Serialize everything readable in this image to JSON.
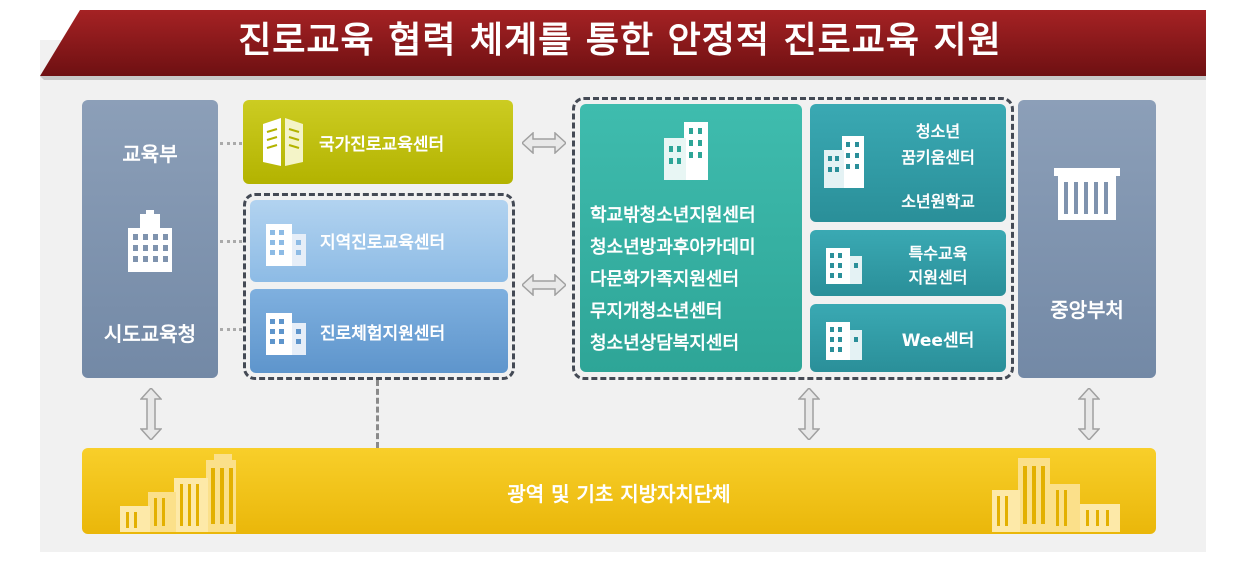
{
  "title": "진로교육 협력 체계를 통한 안정적 진로교육 지원",
  "left_column": {
    "top_label": "교육부",
    "bottom_label": "시도교육청"
  },
  "centers": {
    "national": "국가진로교육센터",
    "regional": "지역진로교육센터",
    "experience": "진로체험지원센터"
  },
  "youth_list": {
    "items": [
      "학교밖청소년지원센터",
      "청소년방과후아카데미",
      "다문화가족지원센터",
      "무지개청소년센터",
      "청소년상담복지센터"
    ]
  },
  "right_boxes": {
    "dream": [
      "청소년",
      "꿈키움센터"
    ],
    "juvenile": "소년원학교",
    "special": [
      "특수교육",
      "지원센터"
    ],
    "wee": "Wee센터"
  },
  "ministries": "중앙부처",
  "bottom_bar": "광역 및 기초 지방자치단체",
  "colors": {
    "banner": "#8e1a1c",
    "gray": "#7f93ae",
    "yellow_green": "#c4c40a",
    "light_blue": "#9cc4e8",
    "mid_blue": "#6fa3d6",
    "teal": "#36b3a4",
    "dark_teal": "#2e9ba6",
    "bottom_yellow": "#f5c518"
  },
  "icons": [
    "building-icon",
    "double-arrow-icon"
  ]
}
